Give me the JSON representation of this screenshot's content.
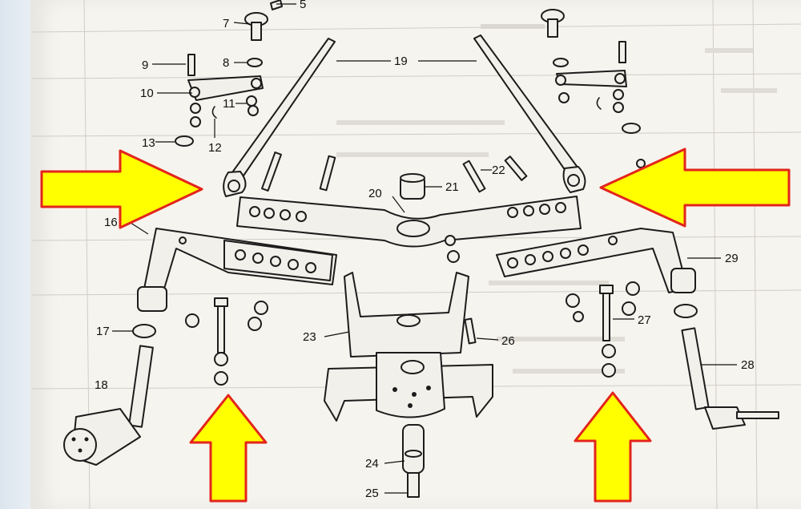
{
  "callouts": {
    "c5": "5",
    "c7": "7",
    "c8": "8",
    "c9": "9",
    "c10": "10",
    "c11": "11",
    "c12": "12",
    "c13": "13",
    "c16": "16",
    "c17": "17",
    "c18": "18",
    "c19": "19",
    "c20": "20",
    "c21": "21",
    "c22": "22",
    "c23": "23",
    "c24": "24",
    "c25": "25",
    "c26": "26",
    "c27": "27",
    "c28": "28",
    "c29": "29"
  },
  "arrow_colors": {
    "fill": "#ffff00",
    "border": "#e3241b"
  }
}
